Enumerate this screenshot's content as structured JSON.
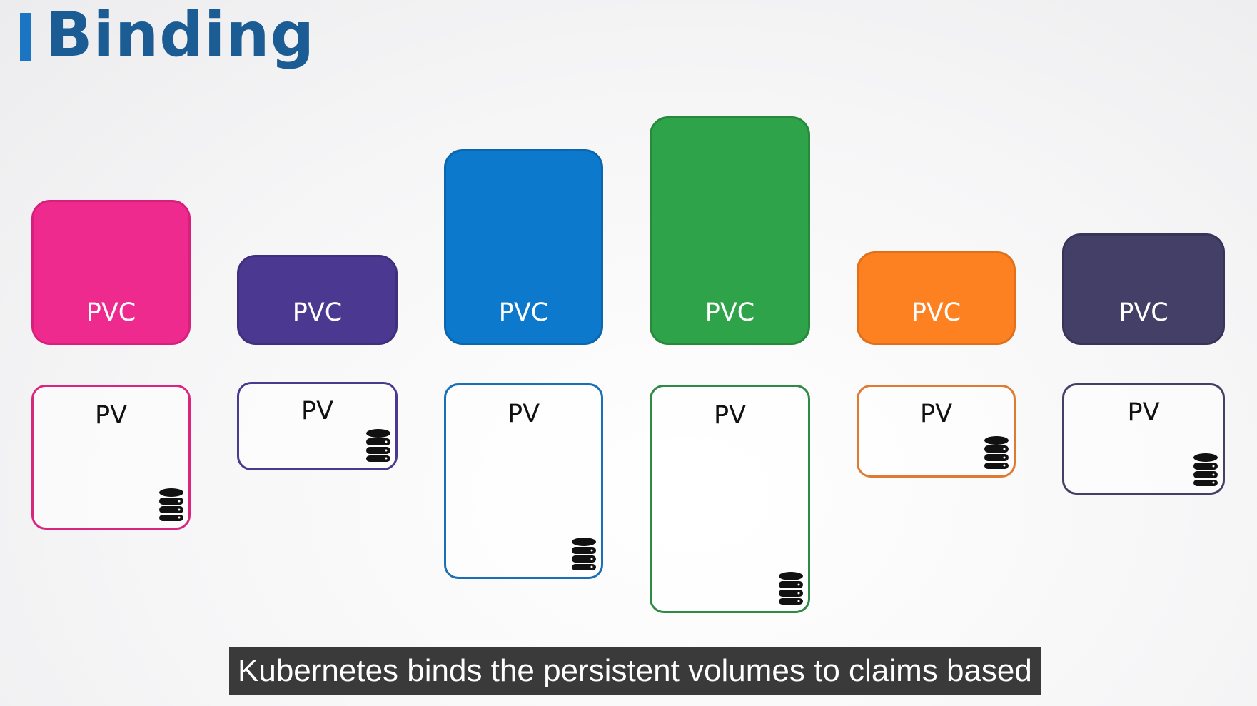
{
  "title": "Binding",
  "caption": "Kubernetes binds the persistent volumes to claims based",
  "pvc_label": "PVC",
  "pv_label": "PV",
  "colors": {
    "title": "#1a5c93",
    "title_bar": "#1a75c2",
    "pink": "#ef2a8e",
    "purple": "#4a3891",
    "blue": "#0d79cc",
    "green": "#2fa34a",
    "orange": "#fd8121",
    "slate": "#433f66",
    "caption_bg": "#3a3a3a"
  },
  "pairs": [
    {
      "color": "pink",
      "pvc": "PVC",
      "pv": "PV"
    },
    {
      "color": "purple",
      "pvc": "PVC",
      "pv": "PV"
    },
    {
      "color": "blue",
      "pvc": "PVC",
      "pv": "PV"
    },
    {
      "color": "green",
      "pvc": "PVC",
      "pv": "PV"
    },
    {
      "color": "orange",
      "pvc": "PVC",
      "pv": "PV"
    },
    {
      "color": "slate",
      "pvc": "PVC",
      "pv": "PV"
    }
  ],
  "icons": {
    "storage": "database-icon"
  }
}
